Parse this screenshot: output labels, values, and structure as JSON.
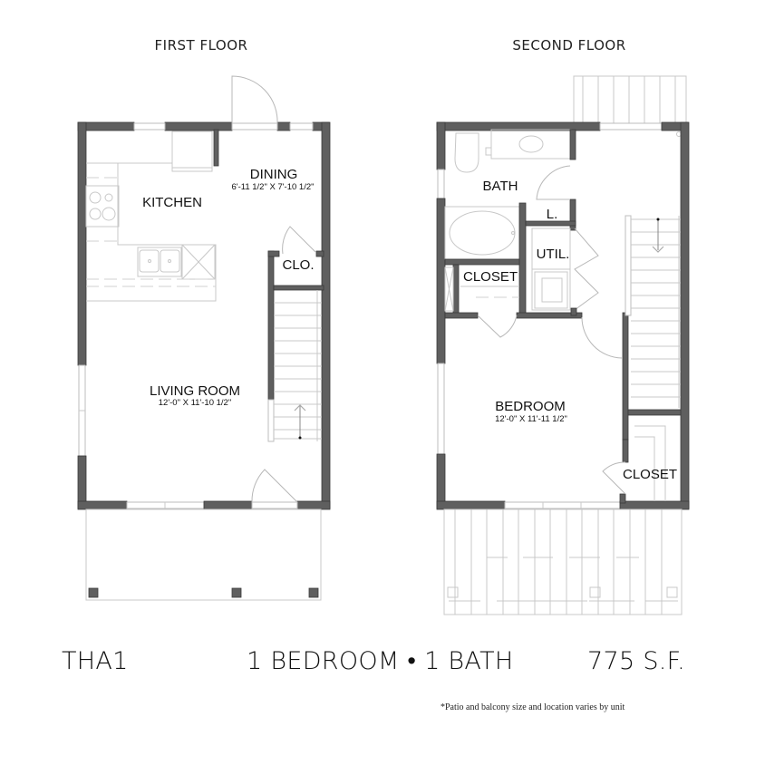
{
  "floors": [
    {
      "title": "FIRST FLOOR",
      "rooms": [
        {
          "name": "DINING",
          "dimensions": "6'-11 1/2\" X 7'-10 1/2\""
        },
        {
          "name": "KITCHEN",
          "dimensions": ""
        },
        {
          "name": "CLO.",
          "dimensions": ""
        },
        {
          "name": "LIVING ROOM",
          "dimensions": "12'-0\" X 11'-10 1/2\""
        }
      ]
    },
    {
      "title": "SECOND FLOOR",
      "rooms": [
        {
          "name": "BATH",
          "dimensions": ""
        },
        {
          "name": "L.",
          "dimensions": ""
        },
        {
          "name": "UTIL.",
          "dimensions": ""
        },
        {
          "name": "CLOSET",
          "dimensions": ""
        },
        {
          "name": "BEDROOM",
          "dimensions": "12'-0\" X 11'-11 1/2\""
        },
        {
          "name": "CLOSET",
          "dimensions": ""
        }
      ]
    }
  ],
  "footer": {
    "unit_code": "THA1",
    "unit_type": "1 BEDROOM • 1 BATH",
    "square_feet": "775 S.F.",
    "footnote": "*Patio and balcony size and location varies by unit"
  },
  "colors": {
    "wall": "#5f5f5f",
    "wall_edge": "#3a3a3a",
    "fixture_line": "#c8c8c8",
    "background": "#ffffff"
  }
}
